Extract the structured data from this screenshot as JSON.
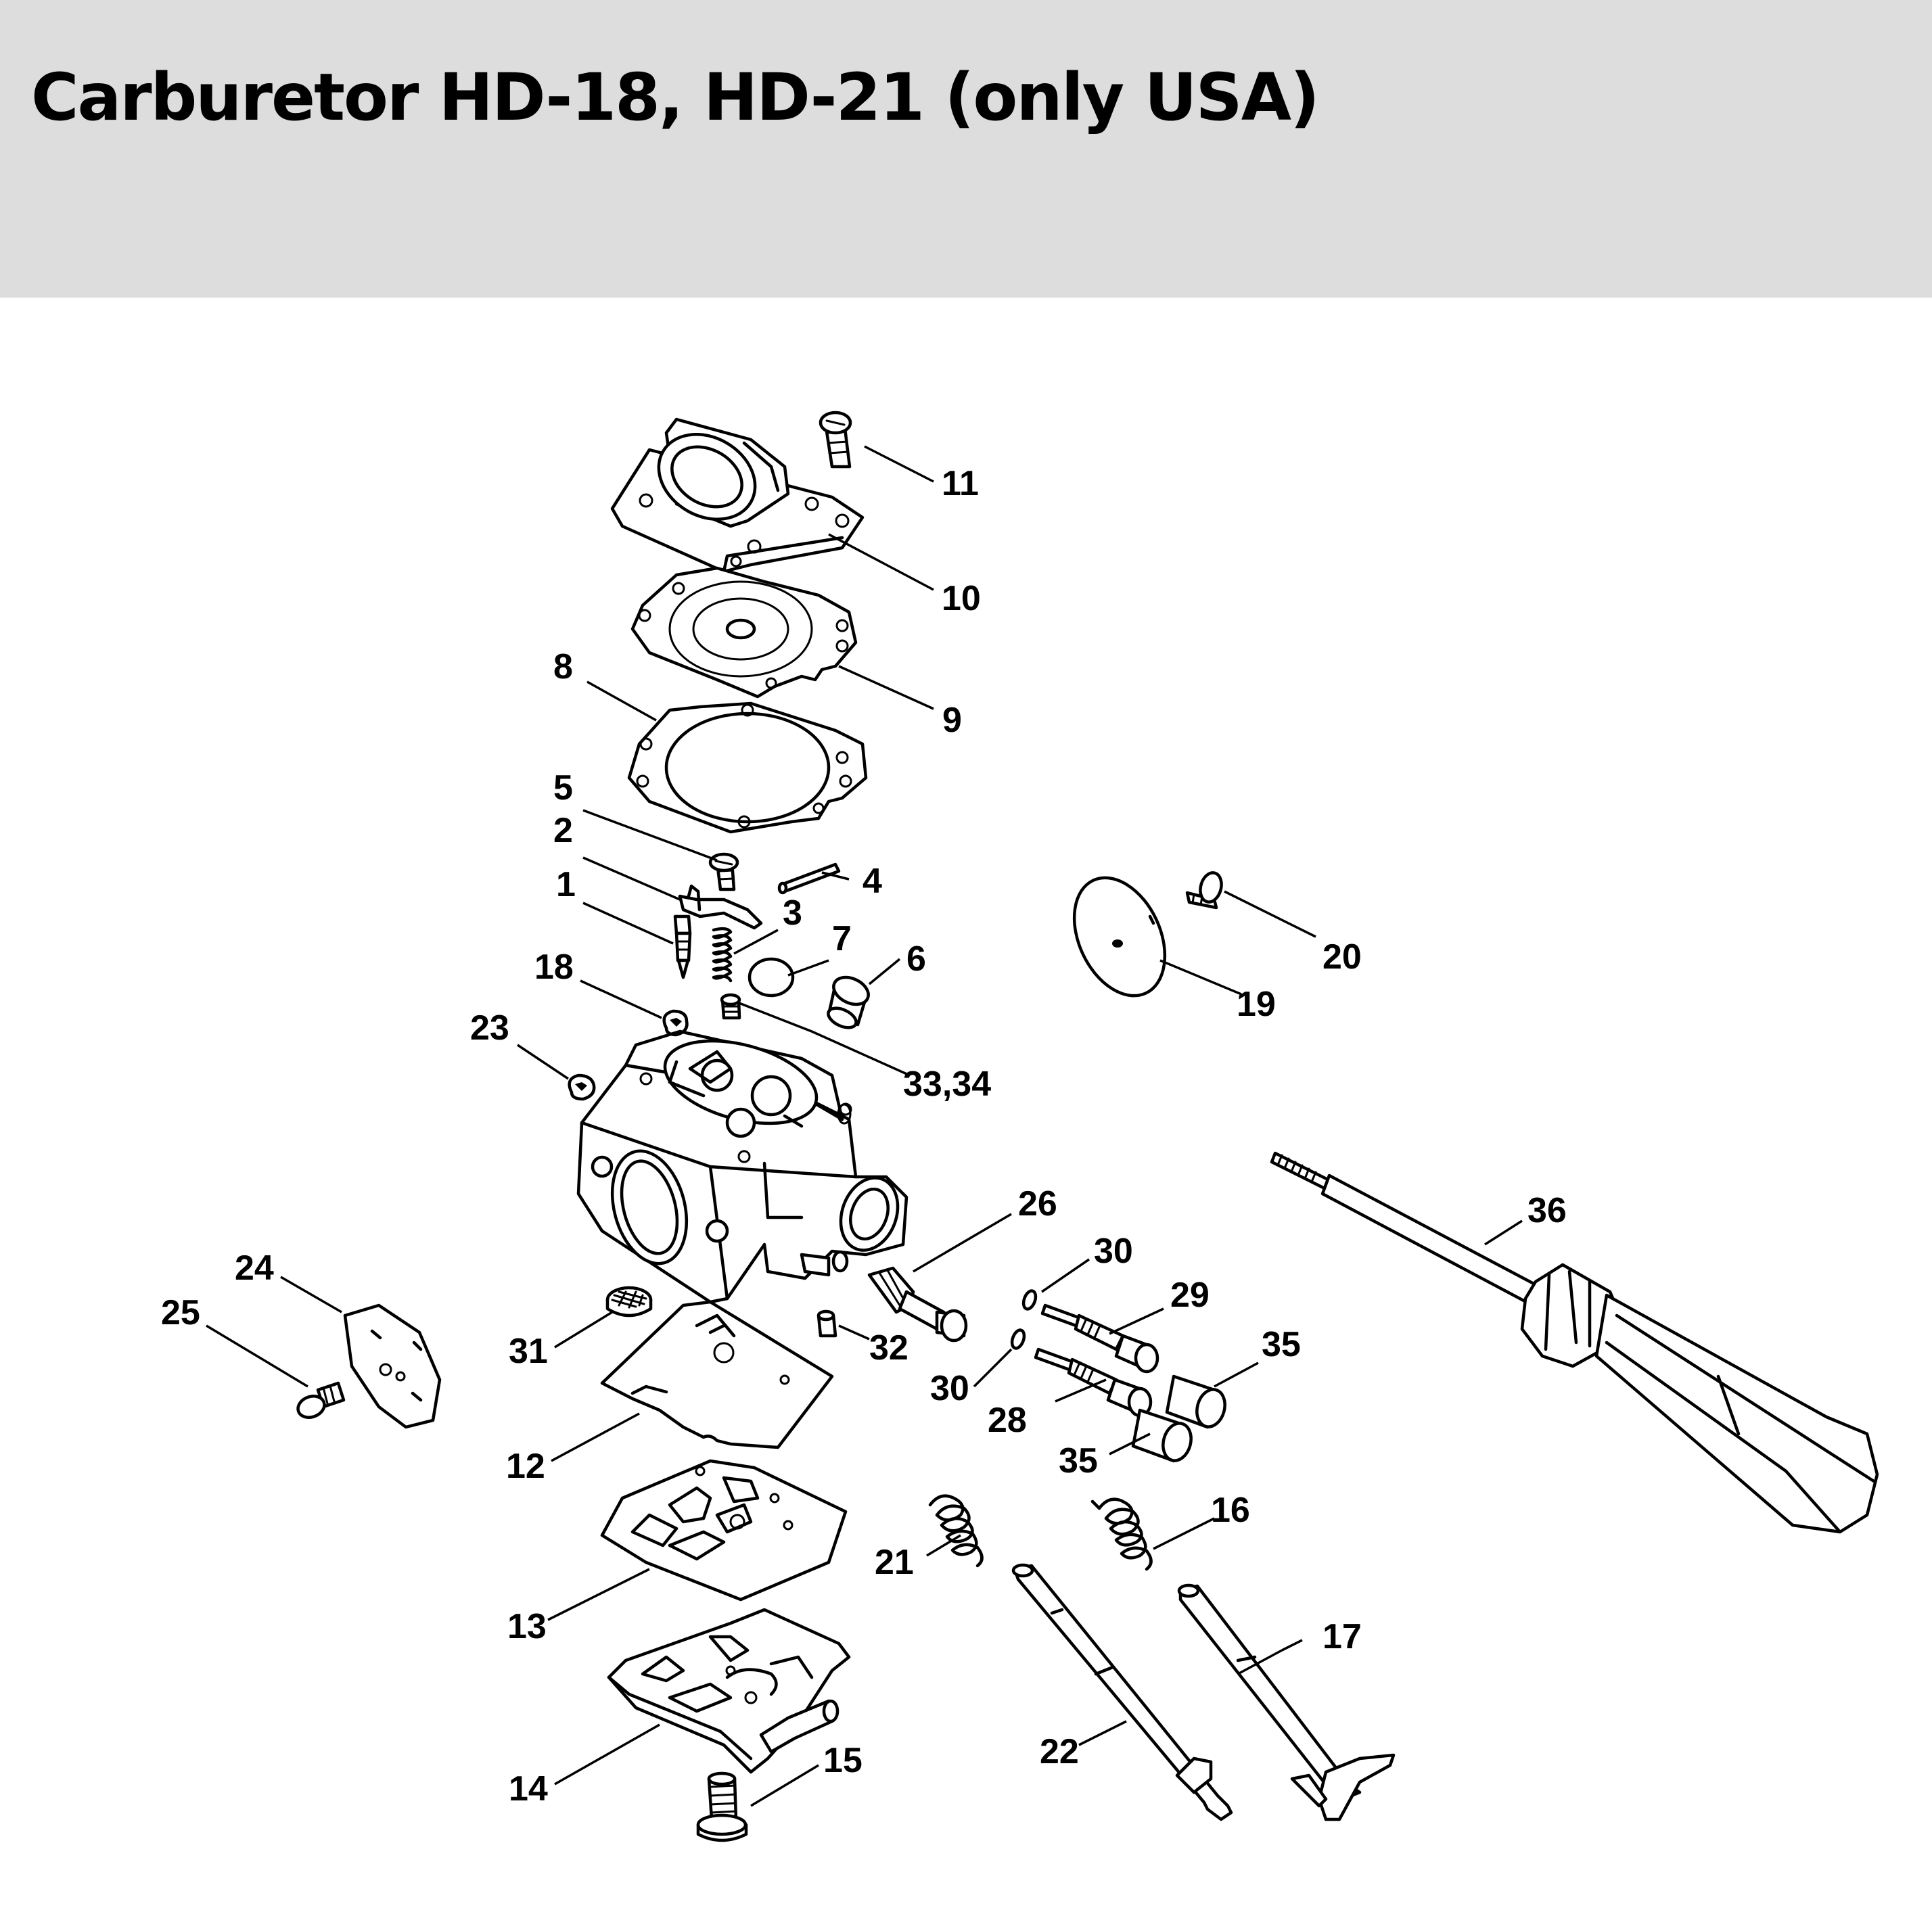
{
  "header": {
    "title": "Carburetor HD-18, HD-21 (only USA)"
  },
  "diagram": {
    "callouts": [
      {
        "id": "c11",
        "text": "11"
      },
      {
        "id": "c10",
        "text": "10"
      },
      {
        "id": "c9",
        "text": "9"
      },
      {
        "id": "c8",
        "text": "8"
      },
      {
        "id": "c5",
        "text": "5"
      },
      {
        "id": "c2",
        "text": "2"
      },
      {
        "id": "c1",
        "text": "1"
      },
      {
        "id": "c3",
        "text": "3"
      },
      {
        "id": "c4",
        "text": "4"
      },
      {
        "id": "c7",
        "text": "7"
      },
      {
        "id": "c6",
        "text": "6"
      },
      {
        "id": "c18",
        "text": "18"
      },
      {
        "id": "c23",
        "text": "23"
      },
      {
        "id": "c3334",
        "text": "33,34"
      },
      {
        "id": "c20",
        "text": "20"
      },
      {
        "id": "c19",
        "text": "19"
      },
      {
        "id": "c26",
        "text": "26"
      },
      {
        "id": "c30a",
        "text": "30"
      },
      {
        "id": "c29",
        "text": "29"
      },
      {
        "id": "c36",
        "text": "36"
      },
      {
        "id": "c35a",
        "text": "35"
      },
      {
        "id": "c30b",
        "text": "30"
      },
      {
        "id": "c28",
        "text": "28"
      },
      {
        "id": "c35b",
        "text": "35"
      },
      {
        "id": "c24",
        "text": "24"
      },
      {
        "id": "c25",
        "text": "25"
      },
      {
        "id": "c31",
        "text": "31"
      },
      {
        "id": "c32",
        "text": "32"
      },
      {
        "id": "c12",
        "text": "12"
      },
      {
        "id": "c21",
        "text": "21"
      },
      {
        "id": "c16",
        "text": "16"
      },
      {
        "id": "c13",
        "text": "13"
      },
      {
        "id": "c17",
        "text": "17"
      },
      {
        "id": "c22",
        "text": "22"
      },
      {
        "id": "c15",
        "text": "15"
      },
      {
        "id": "c14",
        "text": "14"
      }
    ]
  }
}
